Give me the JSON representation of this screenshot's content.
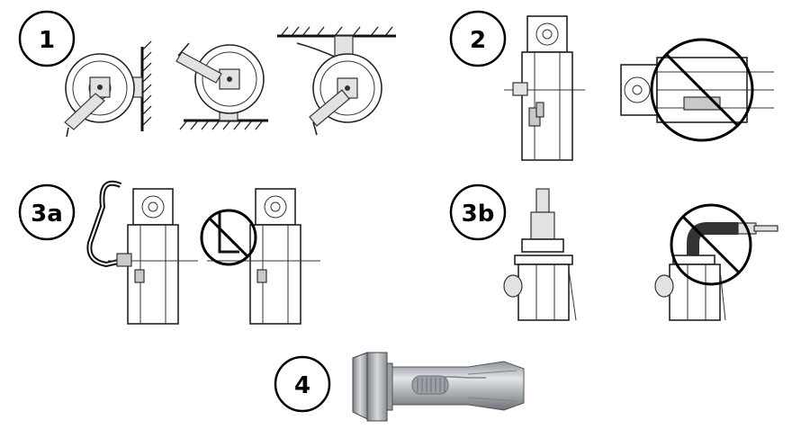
{
  "steps": [
    {
      "id": "step-1",
      "label": "1"
    },
    {
      "id": "step-2",
      "label": "2"
    },
    {
      "id": "step-3a",
      "label": "3a"
    },
    {
      "id": "step-3b",
      "label": "3b"
    },
    {
      "id": "step-4",
      "label": "4"
    }
  ],
  "icons": {
    "prohibited": "prohibited-icon",
    "hose_reel": "hose-reel-icon",
    "anchor_bolt": "anchor-bolt-icon"
  },
  "colors": {
    "line": "#222222",
    "metal": "#c9c9c9",
    "background": "#ffffff"
  }
}
